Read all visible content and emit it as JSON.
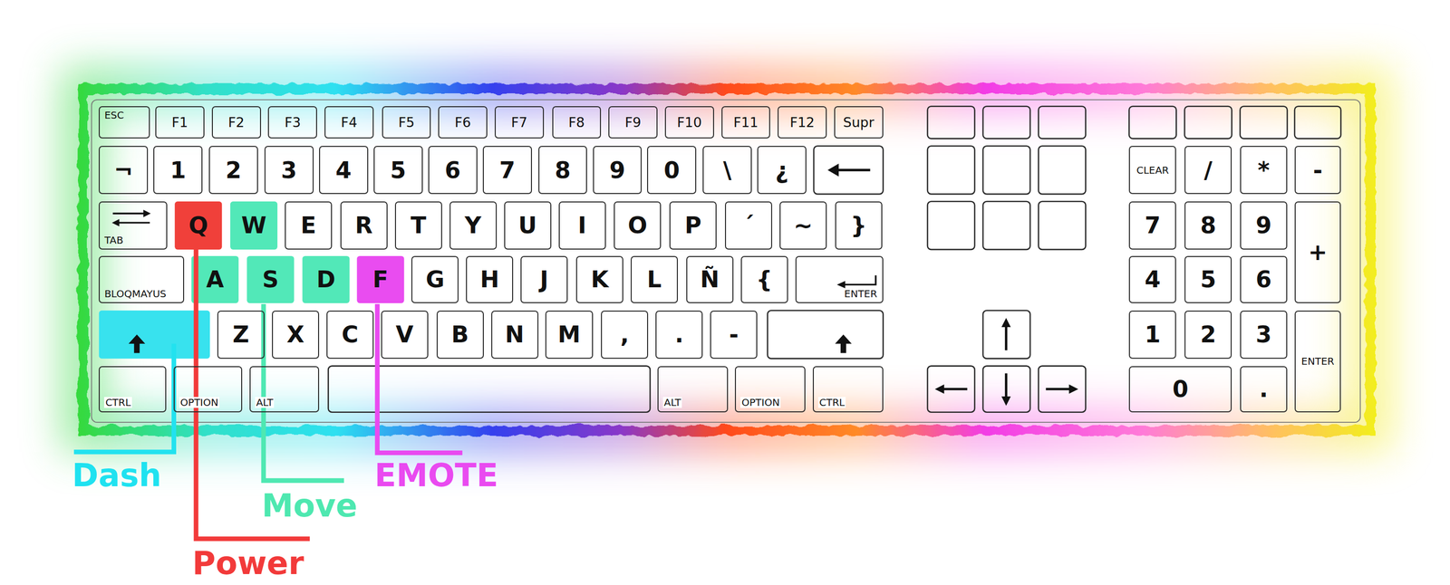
{
  "diagram": {
    "nodes": [
      {
        "text": [
          "ESC"
        ]
      },
      {
        "text": [
          "F1"
        ]
      },
      {
        "text": [
          "F2"
        ]
      },
      {
        "text": [
          "F3"
        ]
      },
      {
        "text": [
          "F4"
        ]
      },
      {
        "text": [
          "F5"
        ]
      },
      {
        "text": [
          "F6"
        ]
      },
      {
        "text": [
          "F7"
        ]
      },
      {
        "text": [
          "F8"
        ]
      },
      {
        "text": [
          "F9"
        ]
      },
      {
        "text": [
          "F10"
        ]
      },
      {
        "text": [
          "F11"
        ]
      },
      {
        "text": [
          "F12"
        ]
      },
      {
        "text": [
          "Supr"
        ]
      },
      {
        "text": [
          "¬"
        ]
      },
      {
        "text": [
          "1"
        ]
      },
      {
        "text": [
          "2"
        ]
      },
      {
        "text": [
          "3"
        ]
      },
      {
        "text": [
          "4"
        ]
      },
      {
        "text": [
          "5"
        ]
      },
      {
        "text": [
          "6"
        ]
      },
      {
        "text": [
          "7"
        ]
      },
      {
        "text": [
          "8"
        ]
      },
      {
        "text": [
          "9"
        ]
      },
      {
        "text": [
          "0"
        ]
      },
      {
        "text": [
          "\\"
        ]
      },
      {
        "text": [
          "¿"
        ]
      },
      {
        "text": [
          "CLEAR"
        ]
      },
      {
        "text": [
          "/"
        ]
      },
      {
        "text": [
          "*"
        ]
      },
      {
        "text": [
          "-"
        ]
      },
      {
        "text": [
          "TAB"
        ]
      },
      {
        "text": [
          "Q"
        ]
      },
      {
        "text": [
          "W"
        ]
      },
      {
        "text": [
          "E"
        ]
      },
      {
        "text": [
          "R"
        ]
      },
      {
        "text": [
          "T"
        ]
      },
      {
        "text": [
          "Y"
        ]
      },
      {
        "text": [
          "U"
        ]
      },
      {
        "text": [
          "I"
        ]
      },
      {
        "text": [
          "O"
        ]
      },
      {
        "text": [
          "P"
        ]
      },
      {
        "text": [
          "´"
        ]
      },
      {
        "text": [
          "~"
        ]
      },
      {
        "text": [
          "}"
        ]
      },
      {
        "text": [
          "7"
        ]
      },
      {
        "text": [
          "8"
        ]
      },
      {
        "text": [
          "9"
        ]
      },
      {
        "text": [
          "+"
        ]
      },
      {
        "text": [
          "BLOQMAYUS"
        ]
      },
      {
        "text": [
          "A"
        ]
      },
      {
        "text": [
          "S"
        ]
      },
      {
        "text": [
          "D"
        ]
      },
      {
        "text": [
          "F"
        ]
      },
      {
        "text": [
          "G"
        ]
      },
      {
        "text": [
          "H"
        ]
      },
      {
        "text": [
          "J"
        ]
      },
      {
        "text": [
          "K"
        ]
      },
      {
        "text": [
          "L"
        ]
      },
      {
        "text": [
          "Ñ"
        ]
      },
      {
        "text": [
          "{"
        ]
      },
      {
        "text": [
          "ENTER"
        ]
      },
      {
        "text": [
          "4"
        ]
      },
      {
        "text": [
          "5"
        ]
      },
      {
        "text": [
          "6"
        ]
      },
      {
        "text": [
          "Z"
        ]
      },
      {
        "text": [
          "X"
        ]
      },
      {
        "text": [
          "C"
        ]
      },
      {
        "text": [
          "V"
        ]
      },
      {
        "text": [
          "B"
        ]
      },
      {
        "text": [
          "N"
        ]
      },
      {
        "text": [
          "M"
        ]
      },
      {
        "text": [
          ","
        ]
      },
      {
        "text": [
          "."
        ]
      },
      {
        "text": [
          "-"
        ]
      },
      {
        "text": [
          "1"
        ]
      },
      {
        "text": [
          "2"
        ]
      },
      {
        "text": [
          "3"
        ]
      },
      {
        "text": [
          "ENTER"
        ]
      },
      {
        "text": [
          "CTRL"
        ]
      },
      {
        "text": [
          "OPTION"
        ]
      },
      {
        "text": [
          "ALT"
        ]
      },
      {
        "text": [
          "ALT"
        ]
      },
      {
        "text": [
          "OPTION"
        ]
      },
      {
        "text": [
          "CTRL"
        ]
      },
      {
        "text": [
          "0"
        ]
      },
      {
        "text": [
          "."
        ]
      }
    ],
    "labels": [
      "Dash",
      "EMOTE",
      "Move",
      "Power"
    ]
  }
}
